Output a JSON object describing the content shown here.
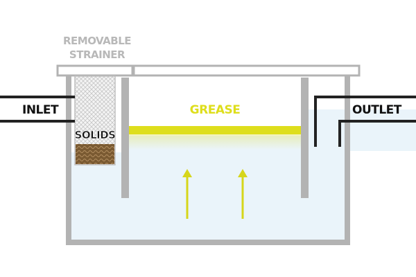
{
  "labels": {
    "strainer_line1": "REMOVABLE",
    "strainer_line2": "STRAINER",
    "inlet": "INLET",
    "outlet": "OUTLET",
    "grease": "GREASE",
    "solids": "SOLIDS"
  },
  "colors": {
    "background": "#ffffff",
    "water": "#eaf4fa",
    "tank_wall": "#b3b3b3",
    "pipe": "#222222",
    "grease": "#dede1c",
    "flow_arrow": "#d6d61a",
    "strainer_label": "#b8b8b8",
    "solids": "#7a5a32",
    "text": "#111111"
  }
}
